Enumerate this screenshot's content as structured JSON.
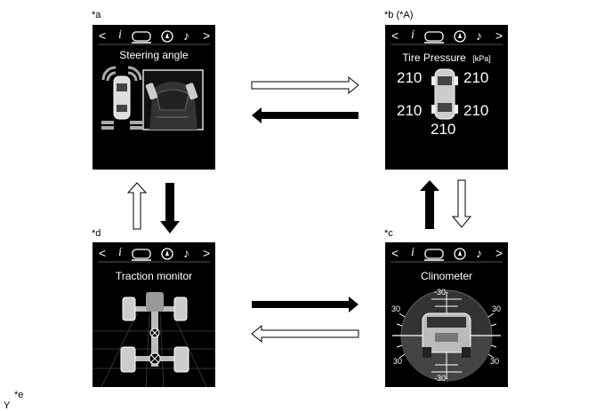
{
  "labels": {
    "a": "*a",
    "b": "*b (*A)",
    "c": "*c",
    "d": "*d",
    "e": "*e",
    "y": "Y"
  },
  "menu": {
    "prev": "<",
    "info": "i",
    "music": "♪",
    "next": ">"
  },
  "screens": {
    "steering": {
      "title": "Steering angle"
    },
    "tire": {
      "title": "Tire Pressure",
      "unit": "[kPa]",
      "fl": "210",
      "fr": "210",
      "rl": "210",
      "rr": "210",
      "spare": "210"
    },
    "clinometer": {
      "title": "Clinometer",
      "top": "-30-",
      "bottom": "-30-",
      "left_top": "30",
      "left_bottom": "30",
      "right_top": "30",
      "right_bottom": "30"
    },
    "traction": {
      "title": "Traction monitor"
    }
  },
  "colors": {
    "screen": "#000000",
    "text": "#ffffff",
    "arrow_filled": "#000000",
    "arrow_hollow": "#ffffff"
  }
}
